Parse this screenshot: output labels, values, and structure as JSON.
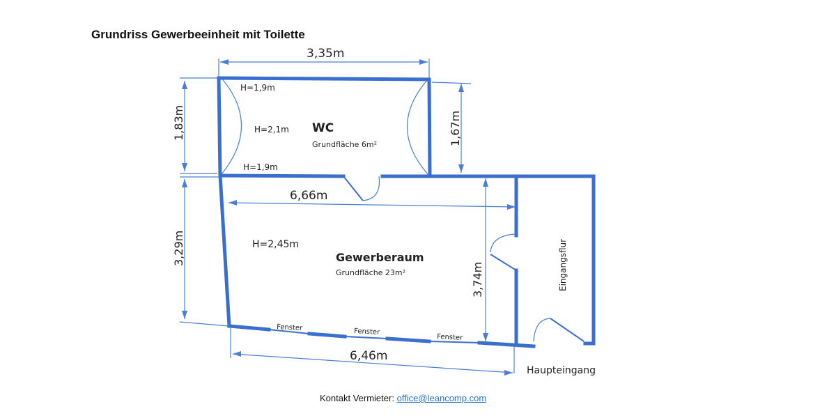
{
  "title": "Grundriss Gewerbeeinheit mit Toilette",
  "colors": {
    "wall": "#3a6fcf",
    "dimension": "#4a7fd8",
    "text": "#222222",
    "link": "#2a6fd6"
  },
  "rooms": {
    "wc": {
      "name": "WC",
      "area": "Grundfläche 6m²"
    },
    "gewerberaum": {
      "name": "Gewerberaum",
      "area": "Grundfläche 23m²",
      "height": "H=2,45m"
    },
    "eingangsflur": {
      "name": "Eingangsflur"
    }
  },
  "wc_heights": {
    "top": "H=1,9m",
    "middle": "H=2,1m",
    "bottom": "H=1,9m"
  },
  "dimensions": {
    "wc_width": "3,35m",
    "wc_height_left": "1,83m",
    "wc_height_right": "1,67m",
    "main_width_top": "6,66m",
    "main_height_left": "3,29m",
    "main_height_right": "3,74m",
    "main_width_bottom": "6,46m"
  },
  "windows": [
    "Fenster",
    "Fenster",
    "Fenster"
  ],
  "entrance": "Haupteingang",
  "footer": {
    "label": "Kontakt Vermieter:",
    "email": "office@leancomp.com"
  }
}
